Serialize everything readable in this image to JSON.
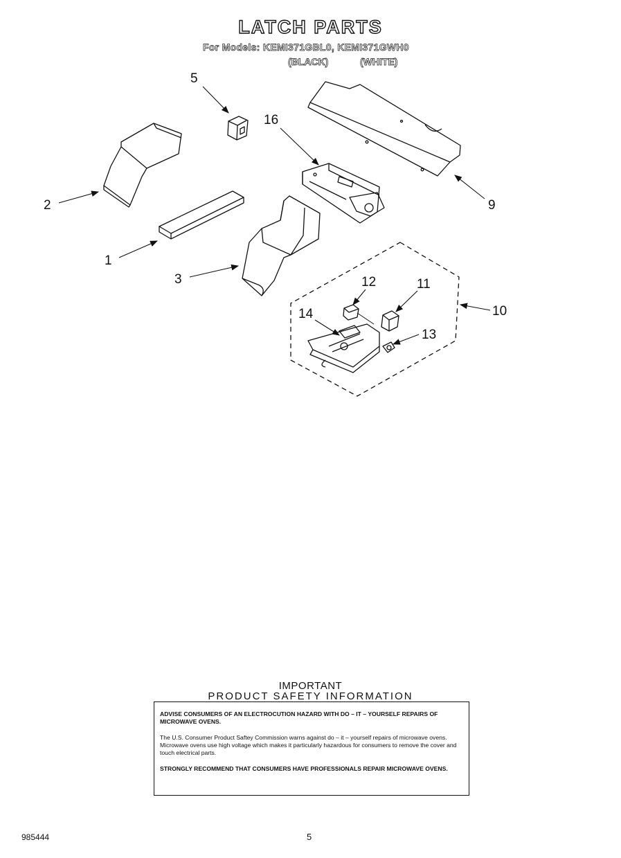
{
  "header": {
    "title": "LATCH PARTS",
    "models": "For Models: KEMI371GBL0, KEMI371GWH0",
    "variant_black": "(BLACK)",
    "variant_white": "(WHITE)"
  },
  "callouts": [
    "5",
    "16",
    "2",
    "9",
    "1",
    "3",
    "12",
    "11",
    "10",
    "14",
    "13"
  ],
  "safety": {
    "heading": "IMPORTANT",
    "subheading": "PRODUCT  SAFETY  INFORMATION",
    "paragraph1": "ADVISE CONSUMERS OF AN ELECTROCUTION HAZARD WITH DO – IT – YOURSELF REPAIRS OF MICROWAVE OVENS.",
    "paragraph2": "The U.S. Consumer Product Saftey Commission warns against do – it – yourself repairs of microwave ovens. Microwave ovens use high voltage which makes it particularly hazardous for consumers to remove the cover and touch electrical parts.",
    "paragraph3": "STRONGLY RECOMMEND THAT CONSUMERS HAVE PROFESSIONALS REPAIR MICROWAVE OVENS."
  },
  "footer": {
    "doc_number": "985444",
    "page_number": "5"
  }
}
